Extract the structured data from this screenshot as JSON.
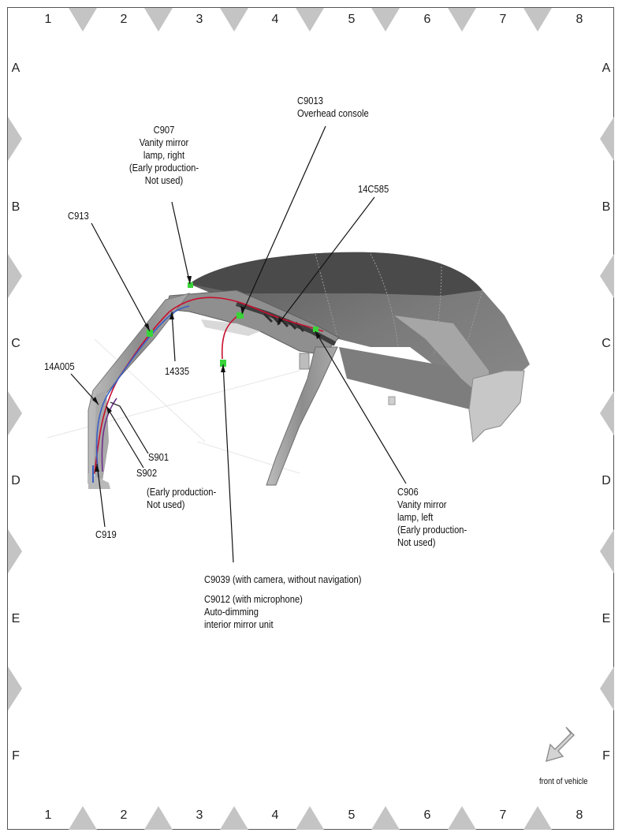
{
  "grid": {
    "columns": [
      "1",
      "2",
      "3",
      "4",
      "5",
      "6",
      "7",
      "8"
    ],
    "rows": [
      "A",
      "B",
      "C",
      "D",
      "E",
      "F"
    ]
  },
  "labels": {
    "c9013_code": "C9013",
    "c9013_desc": "Overhead console",
    "c907_code": "C907",
    "c907_desc1": "Vanity mirror",
    "c907_desc2": "lamp, right",
    "c907_desc3": "(Early production-",
    "c907_desc4": "Not used)",
    "c14c585": "14C585",
    "c913": "C913",
    "c14335": "14335",
    "c14a005": "14A005",
    "s901": "S901",
    "s902": "S902",
    "s902_desc1": "(Early production-",
    "s902_desc2": "Not used)",
    "c919": "C919",
    "c906_code": "C906",
    "c906_desc1": "Vanity mirror",
    "c906_desc2": "lamp, left",
    "c906_desc3": "(Early production-",
    "c906_desc4": "Not used)",
    "c9039_code": "C9039",
    "c9039_desc": " (with camera, without navigation)",
    "c9012_code": "C9012",
    "c9012_desc": " (with microphone)",
    "mirror_desc1": "Auto-dimming",
    "mirror_desc2": "interior mirror unit",
    "front_of_vehicle": "front of vehicle"
  },
  "colors": {
    "roof": "#6f6f6f",
    "roof_dark": "#4e4e4e",
    "frame": "#9a9a9a",
    "connector": "#39d439",
    "wire_red": "#c8102e",
    "wire_blue": "#3b5fc4",
    "marker": "#c4c4c4"
  }
}
